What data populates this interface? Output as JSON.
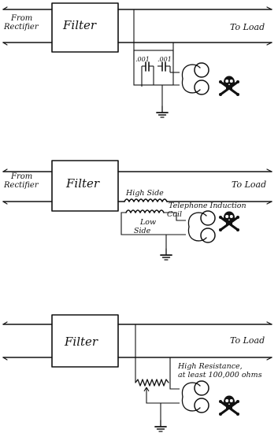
{
  "diagrams": [
    {
      "source_label_line1": "From",
      "source_label_line2": "Rectifier",
      "filter_label": "Filter",
      "load_label": "To Load",
      "capacitor_value_1": ".001",
      "capacitor_value_2": ".001"
    },
    {
      "source_label_line1": "From",
      "source_label_line2": "Rectifier",
      "filter_label": "Filter",
      "load_label": "To Load",
      "high_side_label": "High Side",
      "coil_label_line1": "Telephone Induction",
      "coil_label_line2": "Coil",
      "low_side_label_line1": "Low",
      "low_side_label_line2": "Side"
    },
    {
      "filter_label": "Filter",
      "load_label": "To Load",
      "resistor_label_line1": "High Resistance,",
      "resistor_label_line2": "at least 100,000 ohms"
    }
  ],
  "icons": [
    "skull-crossbones-icon",
    "headphones-icon",
    "ground-icon",
    "capacitor-icon",
    "inductor-coil-icon",
    "resistor-icon"
  ]
}
